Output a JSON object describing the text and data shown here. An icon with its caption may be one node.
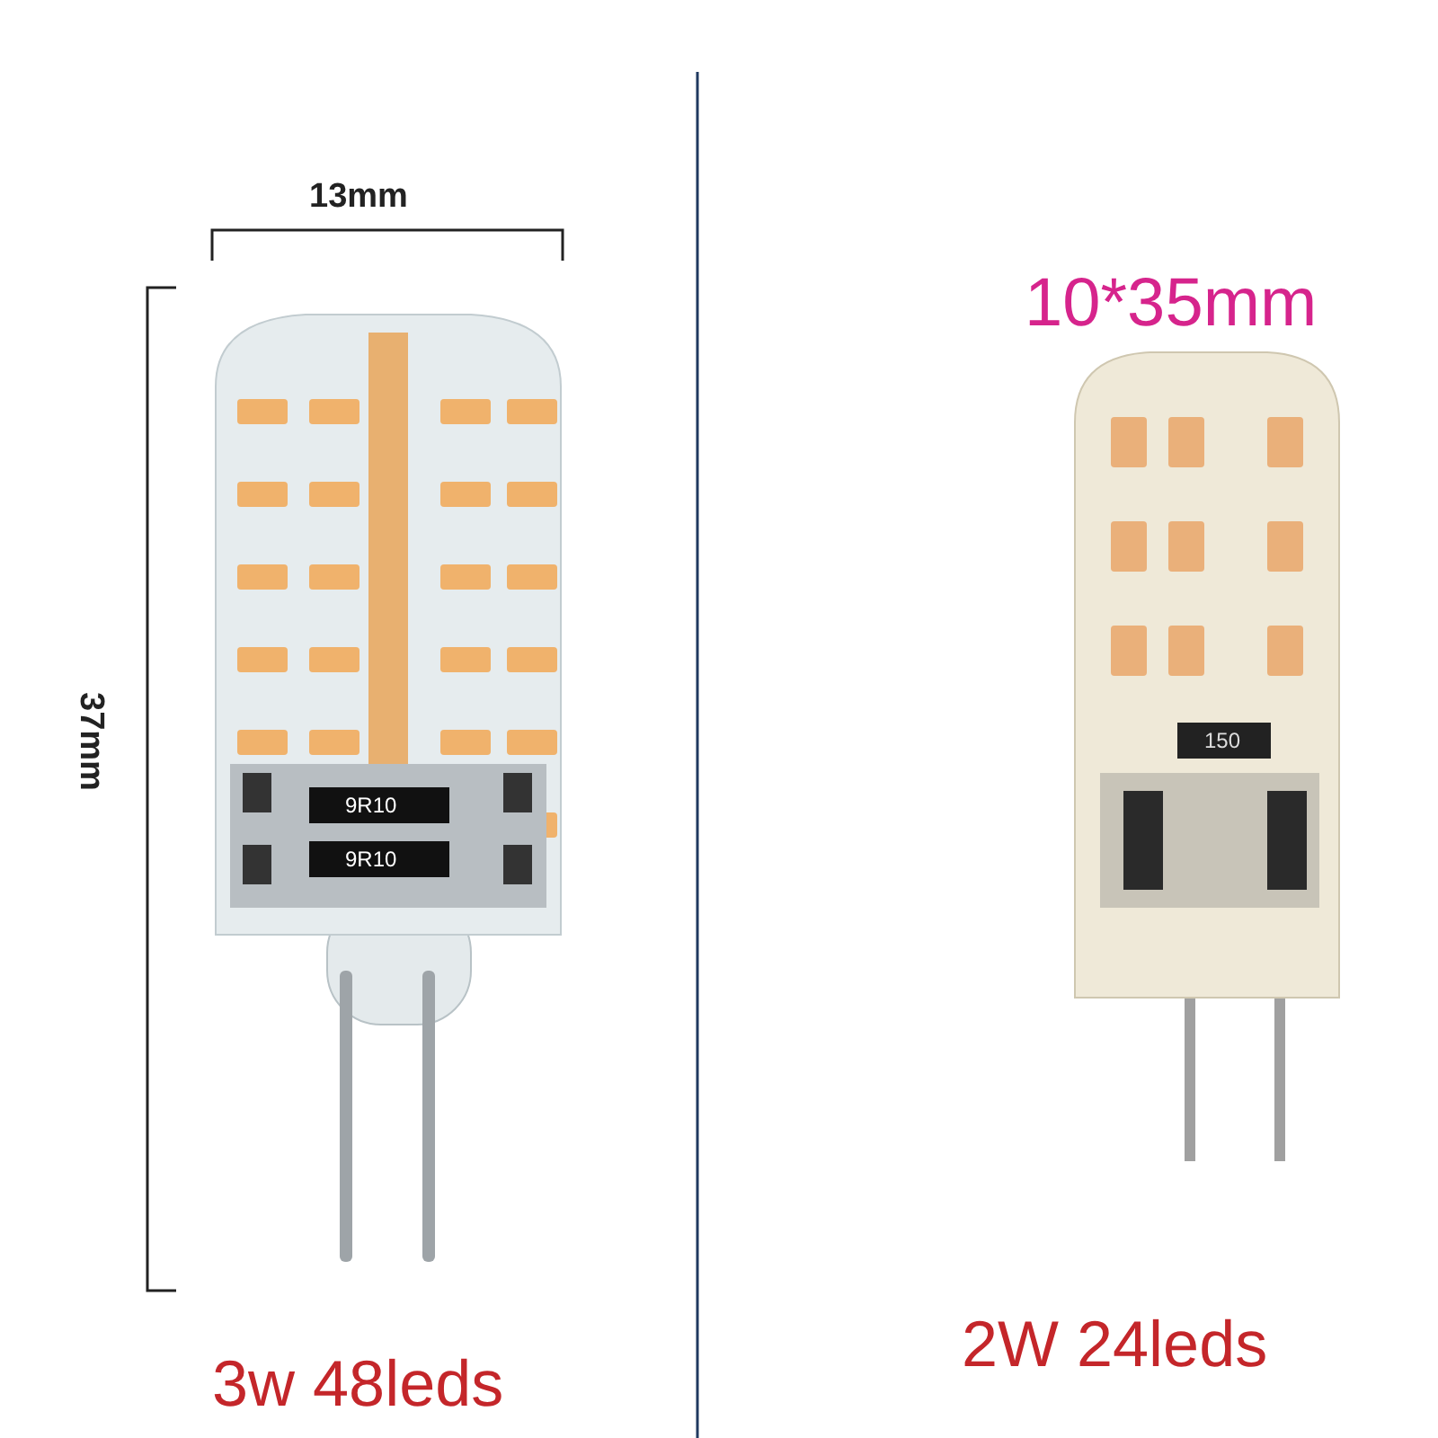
{
  "diagram": {
    "labels": [
      "13mm",
      "37mm",
      "10*35mm",
      "9R10",
      "9R10",
      "150",
      "3w 48leds",
      "2W 24leds"
    ]
  }
}
